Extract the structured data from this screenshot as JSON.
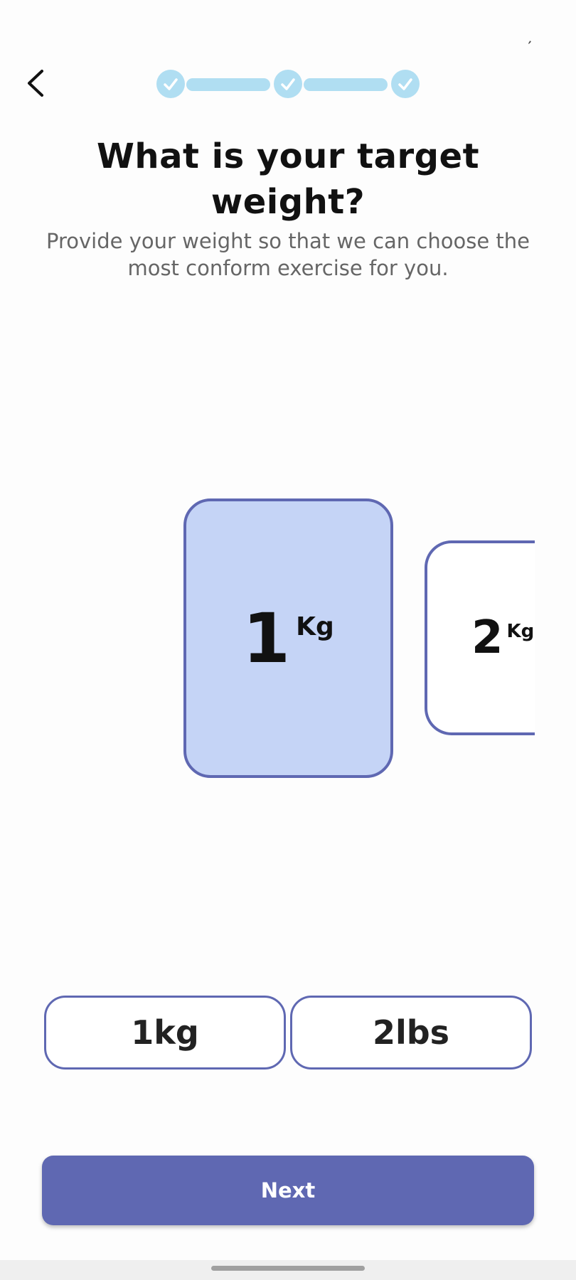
{
  "status_bar": {
    "mark": ","
  },
  "progress": {
    "steps": [
      {
        "state": "complete",
        "icon": "check-icon"
      },
      {
        "state": "complete",
        "icon": "check-icon"
      },
      {
        "state": "complete",
        "icon": "check-icon"
      }
    ],
    "fill_color": "#b0def2",
    "check_color": "#ffffff"
  },
  "header": {
    "title": "What is your target weight?",
    "subtitle": "Provide your weight so that we can choose the most conform exercise for you."
  },
  "picker": {
    "selected": {
      "value": "1",
      "unit": "Kg"
    },
    "next": {
      "value": "2",
      "unit": "Kg"
    }
  },
  "units": {
    "kg_label": "1kg",
    "lbs_label": "2lbs"
  },
  "actions": {
    "next_label": "Next"
  },
  "colors": {
    "accent": "#5f68b2",
    "selected_card": "#c5d4f6",
    "step_light": "#b0def2"
  }
}
